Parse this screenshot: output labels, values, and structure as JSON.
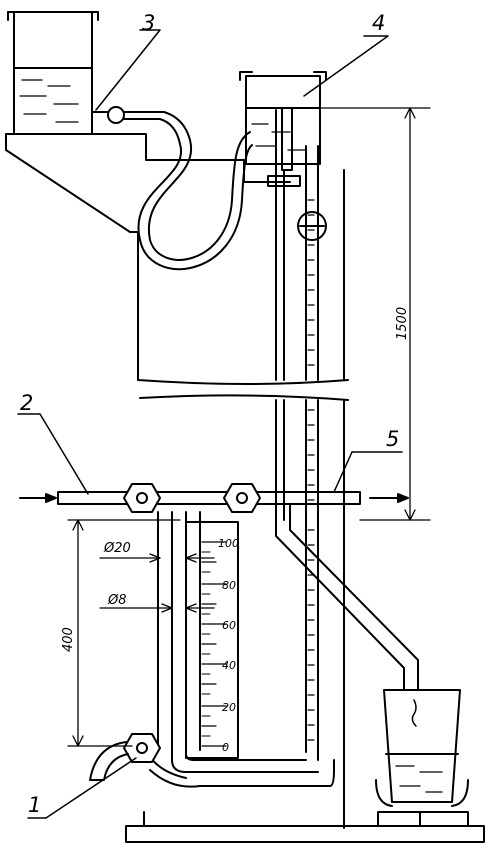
{
  "labels": {
    "part_1": "1",
    "part_2": "2",
    "part_3": "3",
    "part_4": "4",
    "part_5": "5"
  },
  "dimensions": {
    "height_total": "1500",
    "height_lower": "400",
    "diameter_outer": "Ø20",
    "diameter_inner": "Ø8"
  },
  "scale": {
    "ticks": [
      "0",
      "20",
      "40",
      "60",
      "80",
      "100"
    ]
  }
}
